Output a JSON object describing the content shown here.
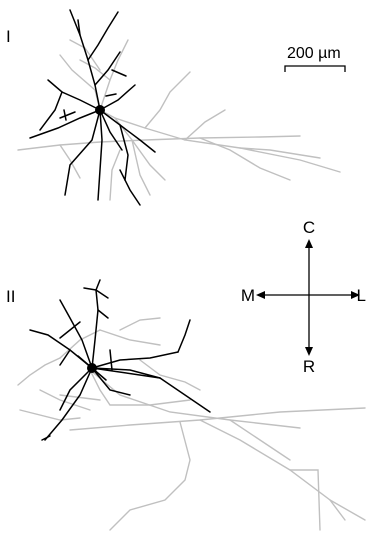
{
  "panels": [
    {
      "label": "I"
    },
    {
      "label": "II"
    }
  ],
  "scale_bar": {
    "label": "200 µm"
  },
  "orientation": {
    "up": "C",
    "down": "R",
    "left": "M",
    "right": "L"
  },
  "colors": {
    "dendrite_primary": "#000000",
    "axon_secondary": "#c0c0c0",
    "background": "#ffffff"
  }
}
